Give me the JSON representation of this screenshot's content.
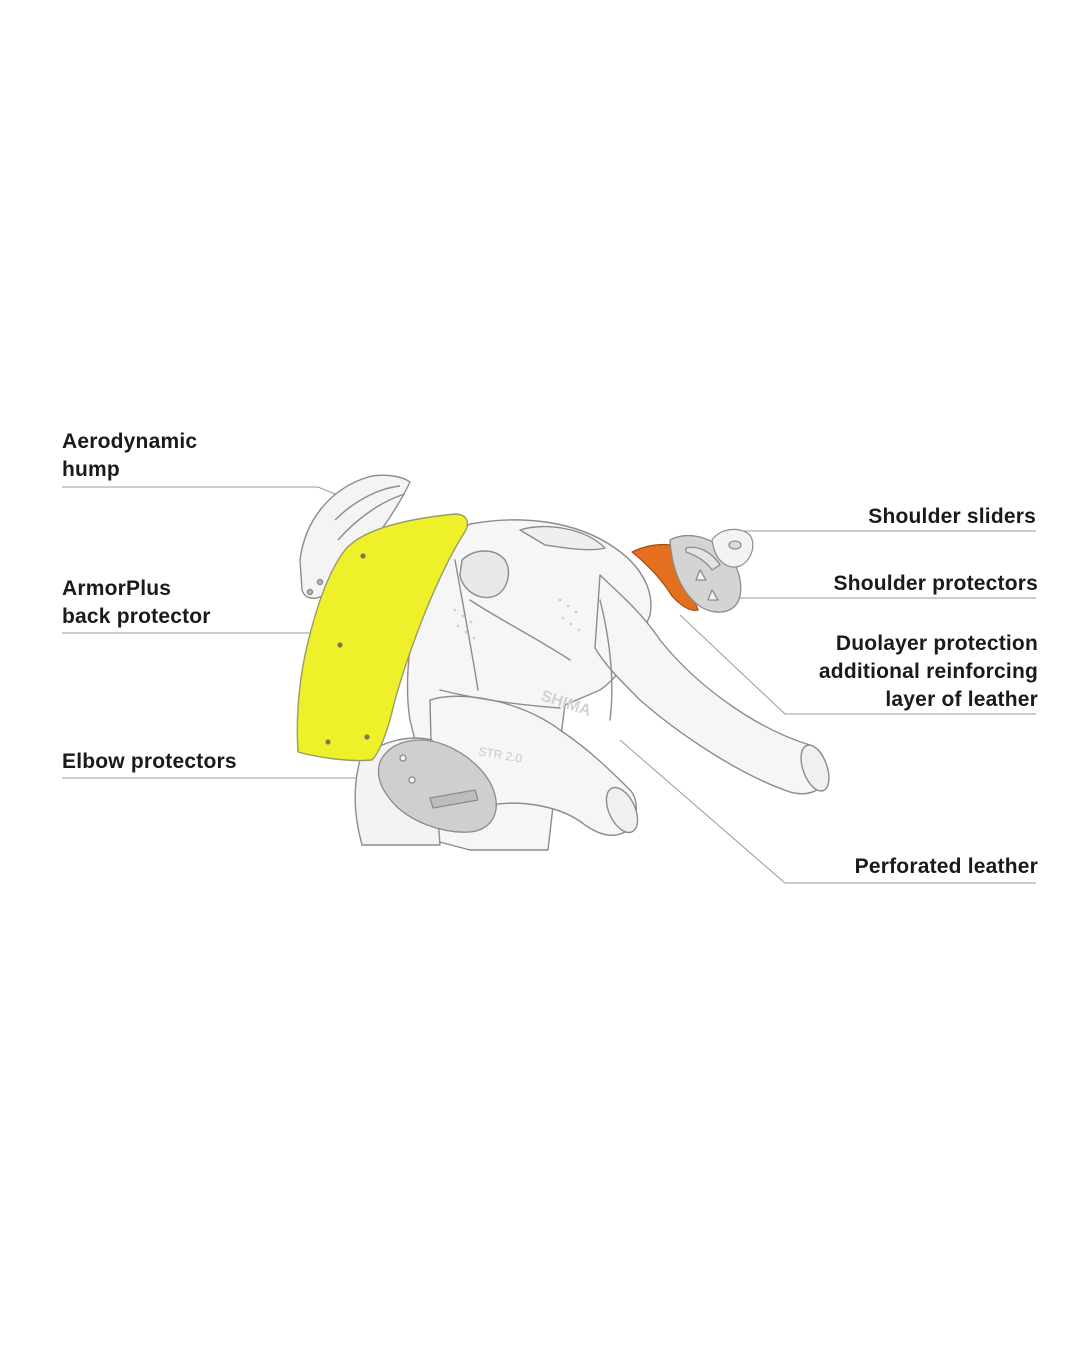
{
  "colors": {
    "background": "#ffffff",
    "text": "#1a1a1a",
    "leader_line": "#9a9a9a",
    "outline": "#8c8c8c",
    "suit_fill": "#f5f5f5",
    "back_protector": "#eef02a",
    "duolayer_leather": "#e4701f",
    "protector_gray": "#c8c8c8"
  },
  "labels": {
    "aerodynamic_hump": [
      "Aerodynamic",
      "hump"
    ],
    "armorplus_back_protector": [
      "ArmorPlus",
      "back protector"
    ],
    "elbow_protectors": [
      "Elbow protectors"
    ],
    "shoulder_sliders": [
      "Shoulder sliders"
    ],
    "shoulder_protectors": [
      "Shoulder protectors"
    ],
    "duolayer_protection": [
      "Duolayer protection",
      "additional reinforcing",
      "layer of leather"
    ],
    "perforated_leather": [
      "Perforated leather"
    ]
  },
  "suit_prints": {
    "brand": "SHIMA",
    "model": "STR 2.0"
  },
  "icons": {
    "suit": "motorcycle-leather-suit-illustration",
    "hump": "aerodynamic-hump-shape",
    "back_protector": "back-protector-shape",
    "elbow": "elbow-protector-shape",
    "shoulder_slider": "shoulder-slider-shape",
    "shoulder_protector": "shoulder-protector-shape"
  }
}
